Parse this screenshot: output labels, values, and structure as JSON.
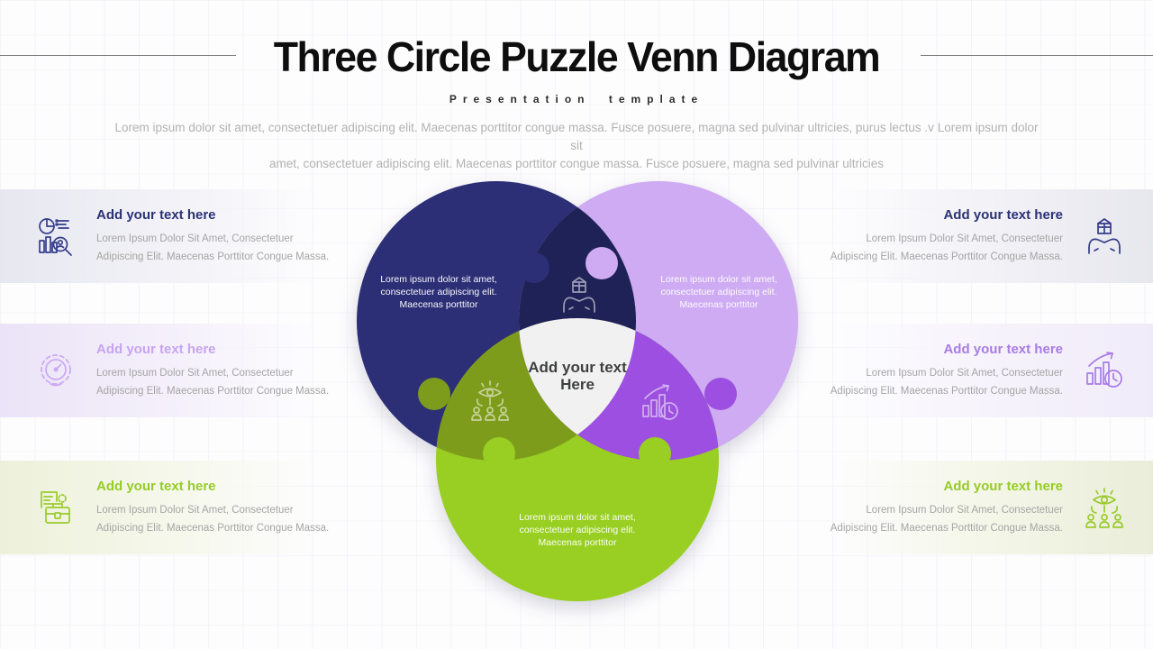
{
  "slide": {
    "title": "Three Circle Puzzle Venn Diagram",
    "subtitle": "Presentation template",
    "desc1": "Lorem ipsum dolor sit amet, consectetuer adipiscing elit. Maecenas porttitor congue massa. Fusce posuere, magna sed pulvinar ultricies, purus lectus .v Lorem ipsum dolor sit",
    "desc2": "amet, consectetuer adipiscing elit. Maecenas porttitor congue massa. Fusce posuere, magna sed pulvinar ultricies"
  },
  "colors": {
    "navy": "#2C2F76",
    "navy_dark": "#1F2256",
    "lavender": "#CEABF2",
    "purple": "#9C4FE0",
    "olive": "#7E9C1B",
    "green": "#98CF22",
    "center_bg": "#F1F1F2",
    "heading_navy": "#2B3274",
    "heading_lavender": "#C7A4F0",
    "heading_purple": "#A97CE4",
    "heading_green": "#96CC28"
  },
  "venn": {
    "circle_navy_label": "Lorem ipsum dolor sit amet, consectetuer adipiscing elit. Maecenas porttitor",
    "circle_lavender_label": "Lorem ipsum dolor sit amet, consectetuer adipiscing elit. Maecenas porttitor",
    "circle_green_label": "Lorem ipsum dolor sit amet, consectetuer adipiscing elit. Maecenas porttitor",
    "center_label": "Add your text Here",
    "intersection_icons": [
      "hands-box-icon",
      "team-vision-icon",
      "growth-clock-icon"
    ]
  },
  "left_items": [
    {
      "heading": "Add your text here",
      "body1": "Lorem Ipsum Dolor Sit Amet, Consectetuer",
      "body2": "Adipiscing Elit. Maecenas Porttitor Congue Massa.",
      "icon": "analytics-icon"
    },
    {
      "heading": "Add your text here",
      "body1": "Lorem Ipsum Dolor Sit Amet, Consectetuer",
      "body2": "Adipiscing Elit. Maecenas Porttitor Congue Massa.",
      "icon": "gauge-icon"
    },
    {
      "heading": "Add your text here",
      "body1": "Lorem Ipsum Dolor Sit Amet, Consectetuer",
      "body2": "Adipiscing Elit. Maecenas Porttitor Congue Massa.",
      "icon": "briefcase-icon"
    }
  ],
  "right_items": [
    {
      "heading": "Add your text here",
      "body1": "Lorem Ipsum Dolor Sit Amet, Consectetuer",
      "body2": "Adipiscing Elit. Maecenas Porttitor Congue Massa.",
      "icon": "hands-box-icon"
    },
    {
      "heading": "Add your text here",
      "body1": "Lorem Ipsum Dolor Sit Amet, Consectetuer",
      "body2": "Adipiscing Elit. Maecenas Porttitor Congue Massa.",
      "icon": "growth-clock-icon"
    },
    {
      "heading": "Add your text here",
      "body1": "Lorem Ipsum Dolor Sit Amet, Consectetuer",
      "body2": "Adipiscing Elit. Maecenas Porttitor Congue Massa.",
      "icon": "team-vision-icon"
    }
  ]
}
